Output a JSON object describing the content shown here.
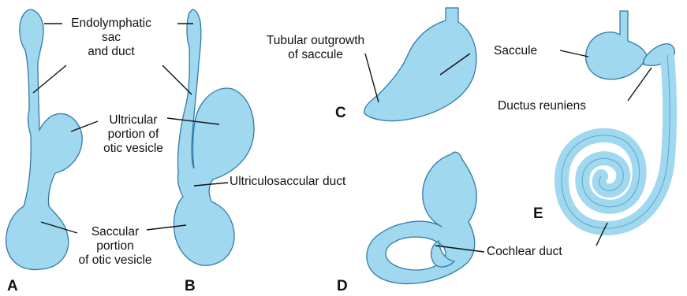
{
  "colors": {
    "structure_fill": "#9fd8ef",
    "structure_edge": "#2f7ba4",
    "text": "#111111"
  },
  "labels": {
    "endolymphatic_line1": "Endolymphatic",
    "endolymphatic_line2": "sac",
    "endolymphatic_line3": "and duct",
    "utricular_line1": "Ultricular",
    "utricular_line2": "portion of",
    "utricular_line3": "otic vesicle",
    "saccular_line1": "Saccular",
    "saccular_line2": "portion",
    "saccular_line3": "of otic vesicle",
    "utriculosaccular_duct": "Ultriculosaccular duct",
    "tubular_line1": "Tubular outgrowth",
    "tubular_line2": "of saccule",
    "saccule": "Saccule",
    "ductus_reuniens": "Ductus reuniens",
    "cochlear_duct": "Cochlear duct"
  },
  "panels": {
    "a": "A",
    "b": "B",
    "c": "C",
    "d": "D",
    "e": "E"
  }
}
